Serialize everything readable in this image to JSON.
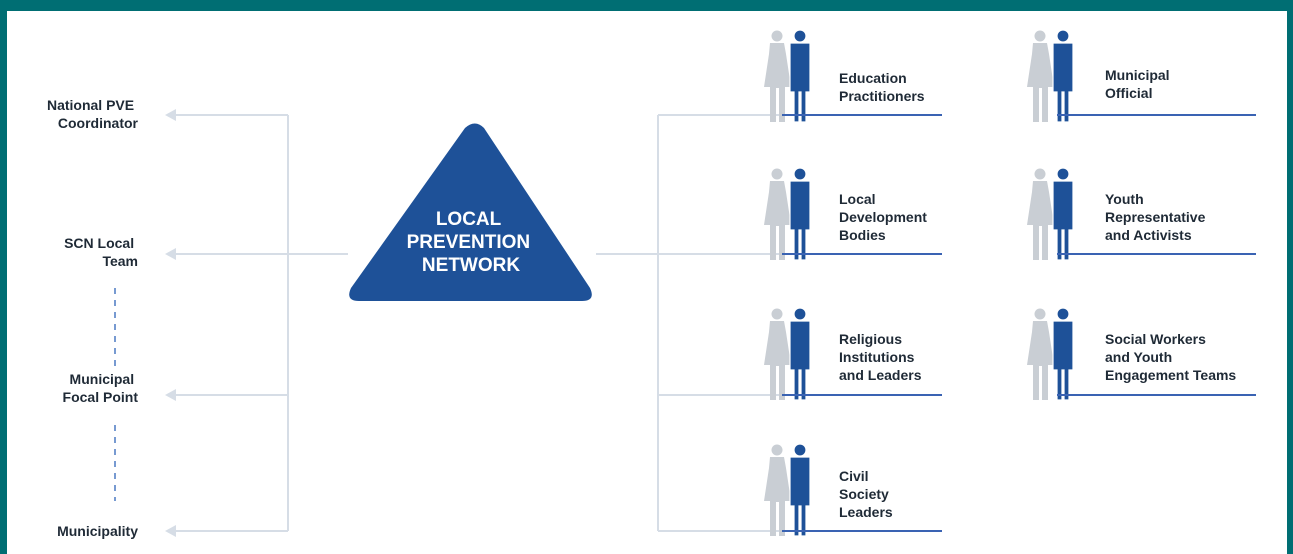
{
  "colors": {
    "frame": "#006e73",
    "connector": "#d6dde6",
    "triangle": "#1e5198",
    "person_front": "#1e5198",
    "person_back": "#c9ced4",
    "underline": "#3a63b3",
    "label": "#1f2a36"
  },
  "icons": {
    "person_pair": "two-person-icon"
  },
  "center": {
    "lines": [
      "LOCAL",
      "PREVENTION",
      "NETWORK"
    ]
  },
  "left_nodes": [
    {
      "lines": [
        "National PVE",
        "Coordinator"
      ]
    },
    {
      "lines": [
        "SCN Local",
        "Team"
      ]
    },
    {
      "lines": [
        "Municipal",
        "Focal Point"
      ]
    },
    {
      "lines": [
        "Municipality"
      ]
    }
  ],
  "right_nodes": [
    {
      "lines": [
        "Education",
        "Practitioners"
      ]
    },
    {
      "lines": [
        "Local",
        "Development",
        "Bodies"
      ]
    },
    {
      "lines": [
        "Religious",
        "Institutions",
        "and Leaders"
      ]
    },
    {
      "lines": [
        "Civil",
        "Society",
        "Leaders"
      ]
    },
    {
      "lines": [
        "Municipal",
        "Official"
      ]
    },
    {
      "lines": [
        "Youth",
        "Representative",
        "and Activists"
      ]
    },
    {
      "lines": [
        "Social Workers",
        "and Youth",
        "Engagement Teams"
      ]
    }
  ]
}
